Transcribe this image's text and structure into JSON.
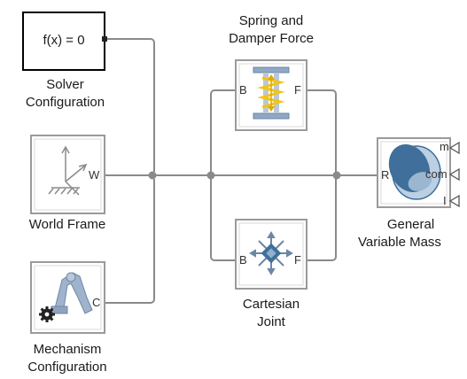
{
  "diagram": {
    "blocks": {
      "solver": {
        "expression": "f(x) = 0",
        "label_lines": [
          "Solver",
          "Configuration"
        ]
      },
      "world": {
        "port_w": "W",
        "label_lines": [
          "World Frame"
        ]
      },
      "mechanism": {
        "port_c": "C",
        "label_lines": [
          "Mechanism",
          "Configuration"
        ]
      },
      "spring": {
        "port_b": "B",
        "port_f": "F",
        "label_lines": [
          "Spring and",
          "Damper Force"
        ]
      },
      "cartesian": {
        "port_b": "B",
        "port_f": "F",
        "label_lines": [
          "Cartesian",
          "Joint"
        ]
      },
      "mass": {
        "port_r": "R",
        "port_m": "m",
        "port_com": "com",
        "port_i": "I",
        "label_lines": [
          "General",
          "Variable Mass"
        ]
      }
    },
    "colors": {
      "line": "#8a8a8a",
      "junction": "#8a8a8a",
      "block_border": "#9a9a9a",
      "mass_blue": "#3f6f9a",
      "spring_yellow": "#f2c417",
      "arm_blue": "#9fb3cc"
    }
  }
}
